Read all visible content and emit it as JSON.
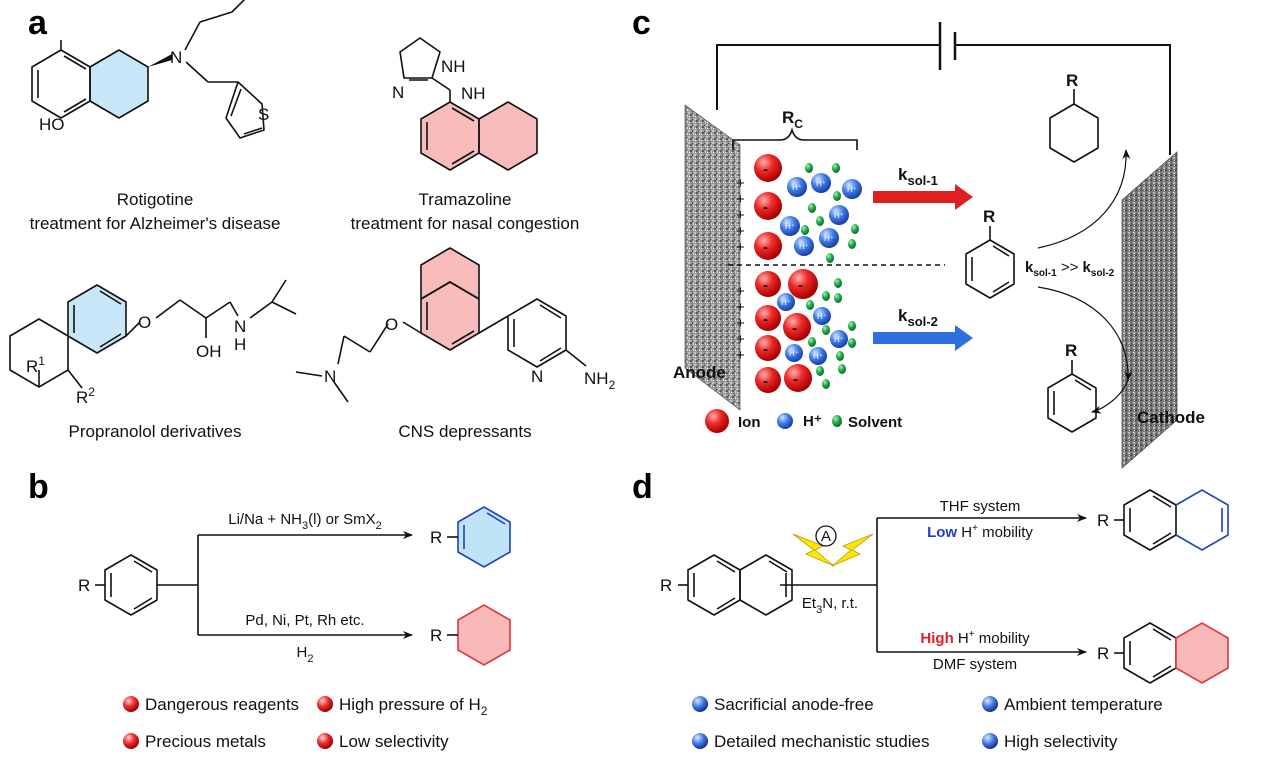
{
  "panels": {
    "a": "a",
    "b": "b",
    "c": "c",
    "d": "d"
  },
  "panel_a": {
    "rotigotine": {
      "name": "Rotigotine",
      "use": "treatment for Alzheimer's disease",
      "ho": "HO",
      "n": "N",
      "s": "S"
    },
    "tramazoline": {
      "name": "Tramazoline",
      "use": "treatment for nasal congestion",
      "nh_top": "NH",
      "n": "N",
      "nh_side": "NH"
    },
    "propranolol": {
      "name": "Propranolol derivatives",
      "o": "O",
      "oh": "OH",
      "nh": "N",
      "nh_h": "H",
      "r1": "R",
      "r1_sup": "1",
      "r2": "R",
      "r2_sup": "2"
    },
    "cns": {
      "name": "CNS depressants",
      "o": "O",
      "n_amine": "N",
      "n_pyr": "N",
      "nh2": "NH",
      "nh2_sub": "2"
    }
  },
  "panel_b": {
    "r": "R",
    "top_cond": "Li/Na + NH",
    "top_cond_sub1": "3",
    "top_cond_mid": "(l) or SmX",
    "top_cond_sub2": "2",
    "bottom_cond": "Pd, Ni, Pt, Rh etc.",
    "bottom_cond2": "H",
    "bottom_cond2_sub": "2",
    "product_r_top": "R",
    "product_r_bottom": "R",
    "colors": {
      "diene_fill": "#bfe3f7",
      "diene_stroke": "#1f3fbf",
      "cyclohexane_fill": "#f9b9b9",
      "cyclohexane_stroke": "#e0363a"
    },
    "drawbacks": [
      {
        "text": "Dangerous reagents"
      },
      {
        "text": "High pressure of H",
        "sub": "2"
      },
      {
        "text": "Precious metals"
      },
      {
        "text": "Low selectivity"
      }
    ]
  },
  "panel_c": {
    "rc": "R",
    "rc_sub": "C",
    "anode": "Anode",
    "cathode": "Cathode",
    "ion_sign": "-",
    "plus_sign": "+",
    "hplus": "H⁺",
    "k1": "k",
    "k1_sub": "sol-1",
    "k2": "k",
    "k2_sub": "sol-2",
    "cmp_k": "k",
    "cmp_k1_sub": "sol-1",
    "cmp_mid": " >> ",
    "cmp_k2_sub": "sol-2",
    "r_benzene": "R",
    "r_cyclohexane": "R",
    "r_diene": "R",
    "legend": [
      {
        "label": "Ion",
        "color": "#e02020"
      },
      {
        "label": "H⁺",
        "color": "#2f6fe0"
      },
      {
        "label": "Solvent",
        "color": "#22aa44"
      }
    ],
    "colors": {
      "k1_arrow": "#e02020",
      "k2_arrow": "#2f6fe0"
    }
  },
  "panel_d": {
    "r": "R",
    "catalyst": "A",
    "conditions_pre": "Et",
    "conditions_sub": "3",
    "conditions_post": "N, r.t.",
    "top_system": "THF system",
    "top_mobility_word": "Low",
    "top_mobility_rest": " H",
    "top_mobility_sup": "+",
    "top_mobility_end": " mobility",
    "bottom_mobility_word": "High",
    "bottom_mobility_rest": " H",
    "bottom_mobility_sup": "+",
    "bottom_mobility_end": " mobility",
    "bottom_system": "DMF system",
    "product_r_top": "R",
    "product_r_bottom": "R",
    "colors": {
      "low": "#1f3fbf",
      "high": "#e0202a"
    },
    "advantages": [
      {
        "text": "Sacrificial anode-free"
      },
      {
        "text": "Ambient temperature"
      },
      {
        "text": "Detailed mechanistic studies"
      },
      {
        "text": "High selectivity"
      }
    ]
  }
}
